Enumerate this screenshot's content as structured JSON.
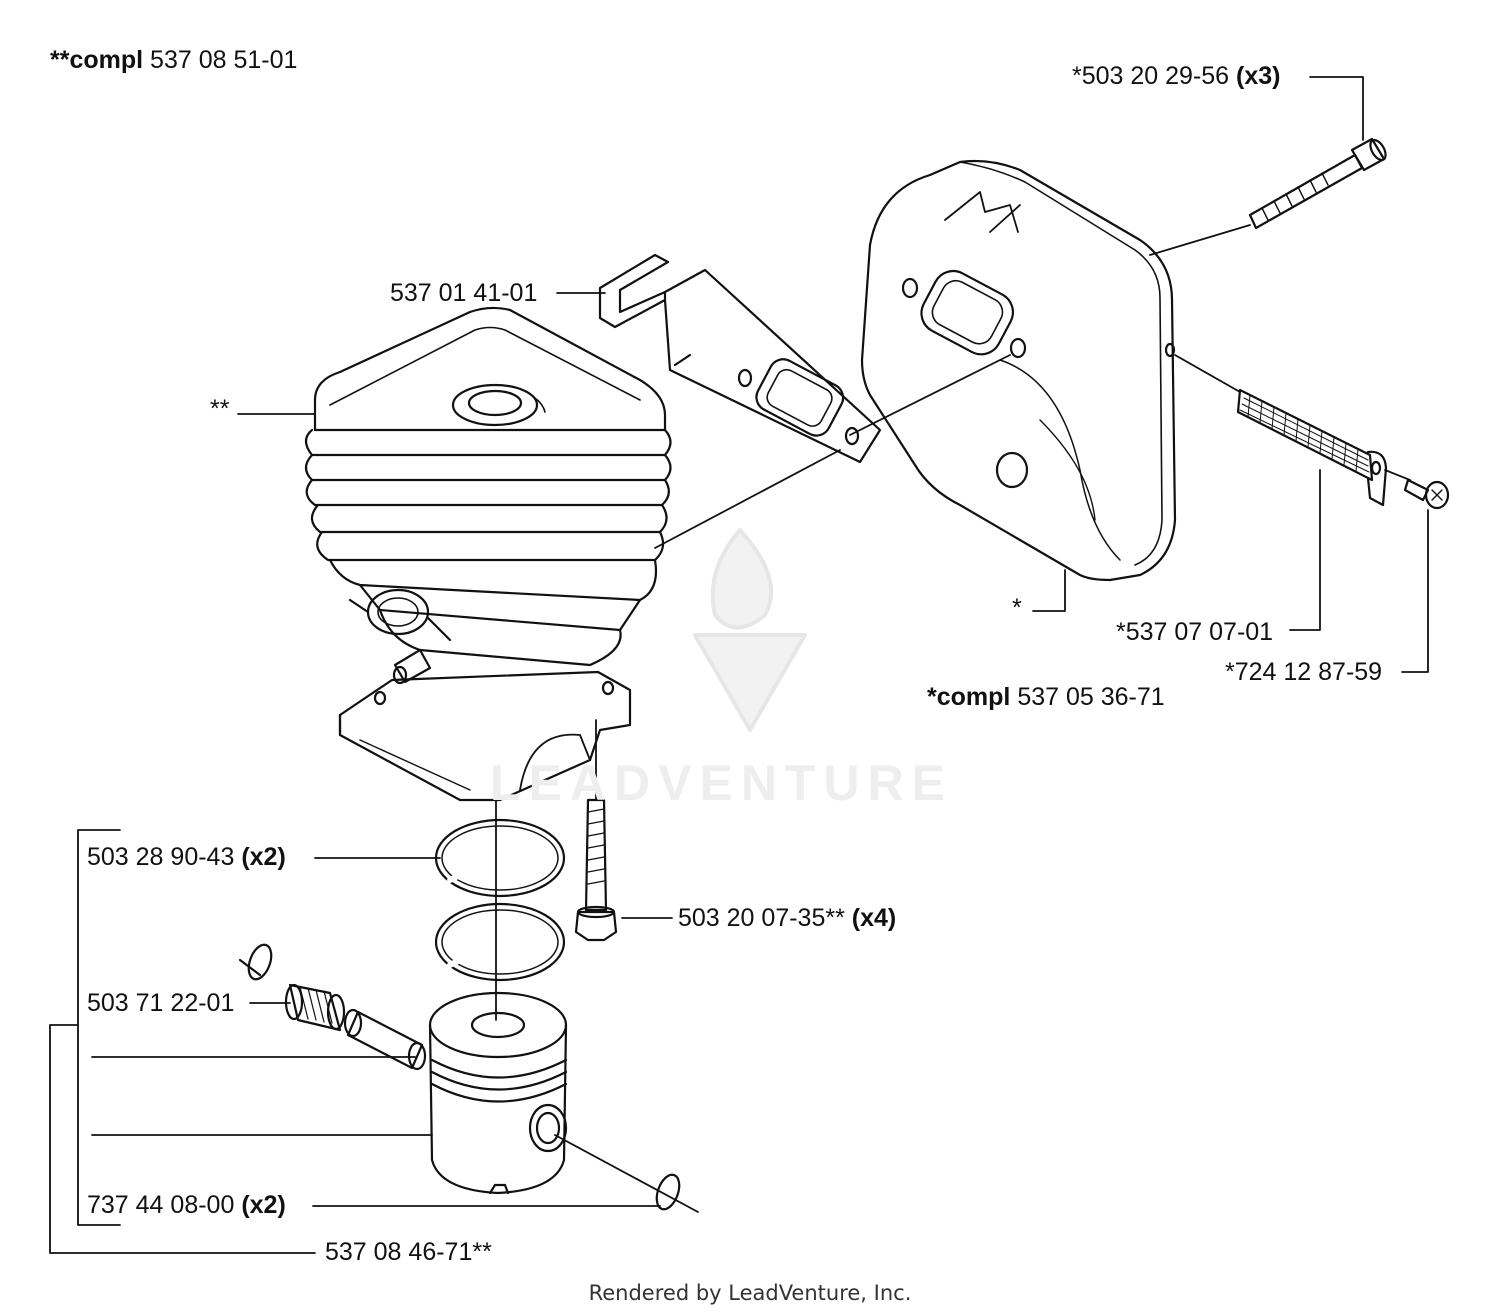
{
  "assemblies": {
    "cylinder_kit": {
      "prefix": "**compl",
      "number": "537 08 51-01"
    },
    "muffler_kit": {
      "prefix": "*compl",
      "number": "537 05 36-71"
    }
  },
  "parts": {
    "muffler_screw": {
      "number": "*503 20 29-56",
      "qty": "(x3)"
    },
    "gasket_bracket": {
      "number": "537 01 41-01"
    },
    "cylinder_marker": {
      "number": "**"
    },
    "muffler_marker": {
      "number": "*"
    },
    "spark_screen": {
      "number": "*537 07 07-01"
    },
    "screen_screw": {
      "number": "*724 12 87-59"
    },
    "piston_ring": {
      "number": "503 28 90-43",
      "qty": "(x2)"
    },
    "cylinder_bolt": {
      "number": "503 20 07-35**",
      "qty": "(x4)"
    },
    "needle_bearing": {
      "number": "503 71 22-01"
    },
    "circlip": {
      "number": "737 44 08-00",
      "qty": "(x2)"
    },
    "piston_kit": {
      "number": "537 08 46-71**"
    }
  },
  "watermark": {
    "text": "LEADVENTURE"
  },
  "footer": {
    "text": "Rendered by LeadVenture, Inc."
  }
}
